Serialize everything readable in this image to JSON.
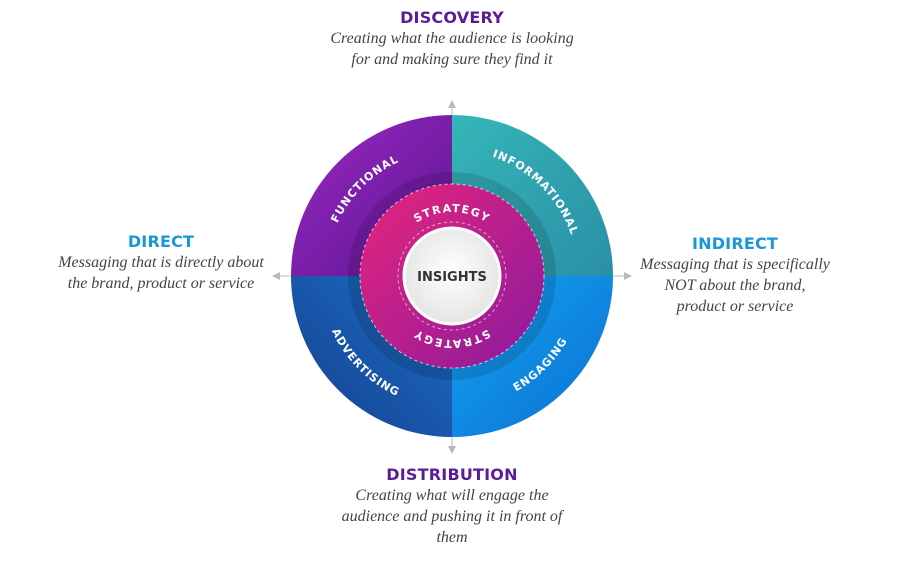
{
  "colors": {
    "purple": "#5b1d96",
    "blue": "#1a97d8",
    "seg_functional": "#7a1fb0",
    "seg_informational": "#2fa7b2",
    "seg_advertising": "#1562b8",
    "seg_engaging": "#0b8de6",
    "strategy_ring": "#c71f8a",
    "center": "#ececec"
  },
  "axes": {
    "top": {
      "title": "DISCOVERY",
      "desc": "Creating what the audience is looking for and making sure they find it"
    },
    "bottom": {
      "title": "DISTRIBUTION",
      "desc": "Creating what will engage the audience and pushing it in front of them"
    },
    "left": {
      "title": "DIRECT",
      "desc": "Messaging that is directly about the brand, product or service"
    },
    "right": {
      "title": "INDIRECT",
      "desc": "Messaging that is specifically NOT about the brand, product or service"
    }
  },
  "wheel": {
    "quadrants": {
      "top_left": "FUNCTIONAL",
      "top_right": "INFORMATIONAL",
      "bottom_left": "ADVERTISING",
      "bottom_right": "ENGAGING"
    },
    "ring_top": "STRATEGY",
    "ring_bottom": "STRATEGY",
    "center": "INSIGHTS"
  }
}
